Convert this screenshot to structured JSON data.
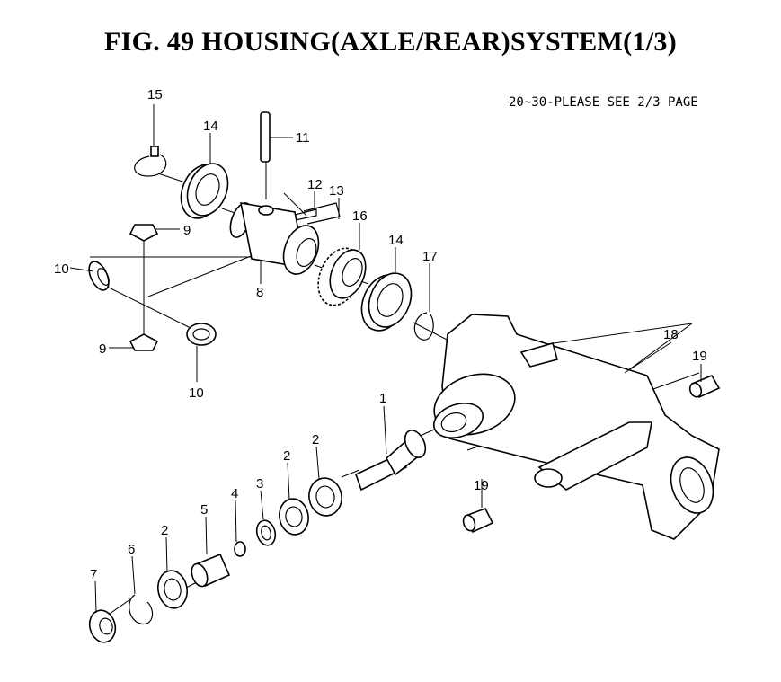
{
  "title": "FIG. 49  HOUSING(AXLE/REAR)SYSTEM(1/3)",
  "note": "20~30-PLEASE SEE 2/3 PAGE",
  "callouts": {
    "p1": "1",
    "p2a": "2",
    "p2b": "2",
    "p2c": "2",
    "p3": "3",
    "p4": "4",
    "p5": "5",
    "p6": "6",
    "p7": "7",
    "p8": "8",
    "p9a": "9",
    "p9b": "9",
    "p10a": "10",
    "p10b": "10",
    "p11": "11",
    "p12": "12",
    "p13": "13",
    "p14a": "14",
    "p14b": "14",
    "p15": "15",
    "p16": "16",
    "p17": "17",
    "p18": "18",
    "p19a": "19",
    "p19b": "19"
  }
}
